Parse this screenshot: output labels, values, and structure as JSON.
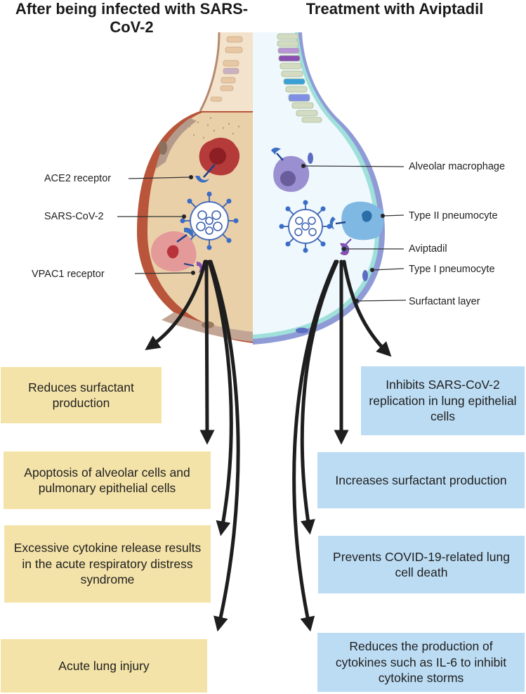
{
  "titles": {
    "left": "After being infected with SARS-CoV-2",
    "right": "Treatment with Aviptadil"
  },
  "colors": {
    "left_alveolus_fill": "#ead0a8",
    "left_wall": "#b8553a",
    "right_alveolus_fill": "#eef8fd",
    "right_wall": "#8f9bd6",
    "surfactant": "#9fe0da",
    "box_yellow": "#f4e3a8",
    "box_blue": "#bcdcf3",
    "arrow": "#1e1e1e"
  },
  "left_labels": [
    {
      "id": "ace2",
      "text": "ACE2 receptor"
    },
    {
      "id": "sars",
      "text": "SARS-CoV-2"
    },
    {
      "id": "vpac1",
      "text": "VPAC1 receptor"
    }
  ],
  "right_labels": [
    {
      "id": "macrophage",
      "text": "Alveolar macrophage"
    },
    {
      "id": "type2",
      "text": "Type II pneumocyte"
    },
    {
      "id": "aviptadil",
      "text": "Aviptadil"
    },
    {
      "id": "type1",
      "text": "Type I pneumocyte"
    },
    {
      "id": "surfactant",
      "text": "Surfactant layer"
    }
  ],
  "left_outcomes": [
    "Reduces surfactant production",
    "Apoptosis of alveolar cells and pulmonary epithelial cells",
    "Excessive cytokine release results in the acute respiratory distress syndrome",
    "Acute lung injury"
  ],
  "right_outcomes": [
    "Inhibits SARS-CoV-2 replication in lung epithelial cells",
    "Increases surfactant production",
    "Prevents COVID-19-related lung cell death",
    "Reduces the production of cytokines such as IL-6 to inhibit cytokine storms"
  ]
}
